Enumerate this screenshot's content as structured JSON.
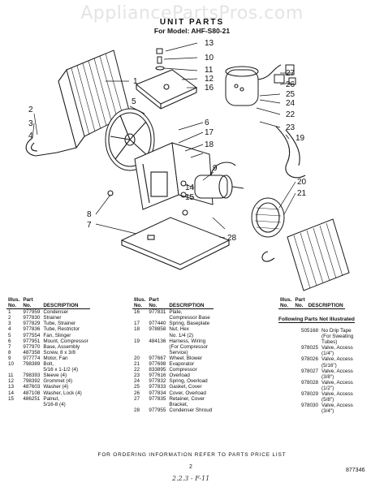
{
  "watermark": "AppliancePartsPros.com",
  "header": {
    "title": "UNIT PARTS",
    "model": "For Model: AHF-S80-21"
  },
  "callouts": [
    "1",
    "2",
    "3",
    "4",
    "5",
    "6",
    "7",
    "8",
    "9",
    "10",
    "11",
    "12",
    "13",
    "14",
    "15",
    "16",
    "17",
    "18",
    "19",
    "20",
    "21",
    "22",
    "23",
    "24",
    "25",
    "26",
    "27",
    "28"
  ],
  "table": {
    "col_illus": "Illus.\nNo.",
    "col_part": "Part\nNo.",
    "col_desc": "DESCRIPTION",
    "left": [
      {
        "illus": "1",
        "part": "977959",
        "desc": "Condenser"
      },
      {
        "illus": "2",
        "part": "977830",
        "desc": "Strainer"
      },
      {
        "illus": "3",
        "part": "977829",
        "desc": "Tube, Strainer"
      },
      {
        "illus": "4",
        "part": "977836",
        "desc": "Tube, Restrictor"
      },
      {
        "illus": "5",
        "part": "977554",
        "desc": "Fan, Slinger"
      },
      {
        "illus": "6",
        "part": "977951",
        "desc": "Mount, Compressor"
      },
      {
        "illus": "7",
        "part": "977970",
        "desc": "Base, Assembly"
      },
      {
        "illus": "8",
        "part": "487358",
        "desc": "Screw, 8 x 3/8"
      },
      {
        "illus": "9",
        "part": "977774",
        "desc": "Motor, Fan"
      },
      {
        "illus": "10",
        "part": "798389",
        "desc": "Bolt,\n5/16 x 1-1/2 (4)"
      },
      {
        "illus": "11",
        "part": "798393",
        "desc": "Sleeve (4)"
      },
      {
        "illus": "12",
        "part": "798392",
        "desc": "Grommet (4)"
      },
      {
        "illus": "13",
        "part": "487603",
        "desc": "Washer (4)"
      },
      {
        "illus": "14",
        "part": "487108",
        "desc": "Washer, Lock (4)"
      },
      {
        "illus": "15",
        "part": "486251",
        "desc": "Palnut,\n5/16-8 (4)"
      }
    ],
    "middle": [
      {
        "illus": "16",
        "part": "977831",
        "desc": "Plate,\nCompressor Base"
      },
      {
        "illus": "17",
        "part": "977440",
        "desc": "Spring, Baseplate"
      },
      {
        "illus": "18",
        "part": "978858",
        "desc": "Nut, Hex\nNo. 1/4 (2)"
      },
      {
        "illus": "19",
        "part": "484136",
        "desc": "Harness, Wiring\n(For Compressor\nService)"
      },
      {
        "illus": "20",
        "part": "977667",
        "desc": "Wheel, Blower"
      },
      {
        "illus": "21",
        "part": "977698",
        "desc": "Evaporator"
      },
      {
        "illus": "22",
        "part": "833895",
        "desc": "Compressor"
      },
      {
        "illus": "23",
        "part": "977616",
        "desc": "Overload"
      },
      {
        "illus": "24",
        "part": "977832",
        "desc": "Spring, Overload"
      },
      {
        "illus": "25",
        "part": "977833",
        "desc": "Gasket, Cover"
      },
      {
        "illus": "26",
        "part": "977834",
        "desc": "Cover, Overload"
      },
      {
        "illus": "27",
        "part": "977835",
        "desc": "Retainer, Cover\nBracket,"
      },
      {
        "illus": "28",
        "part": "977955",
        "desc": "Condenser Shroud"
      }
    ],
    "not_illustrated_title": "Following Parts Not Illustrated",
    "right": [
      {
        "part": "505168",
        "desc": "No Drip Tape\n(For Sweating\nTubes)"
      },
      {
        "part": "978025",
        "desc": "Valve, Access\n(1/4\")"
      },
      {
        "part": "978026",
        "desc": "Valve, Access\n(5/16\")"
      },
      {
        "part": "978027",
        "desc": "Valve, Access\n(3/8\")"
      },
      {
        "part": "978028",
        "desc": "Valve, Access\n(1/2\")"
      },
      {
        "part": "978029",
        "desc": "Valve, Access\n(5/8\")"
      },
      {
        "part": "978030",
        "desc": "Valve, Access\n(3/4\")"
      }
    ]
  },
  "footer": {
    "order_info": "FOR ORDERING INFORMATION REFER TO PARTS PRICE LIST",
    "page": "2",
    "doc_number": "877346",
    "handwritten": "2.2.3 - F-11"
  }
}
